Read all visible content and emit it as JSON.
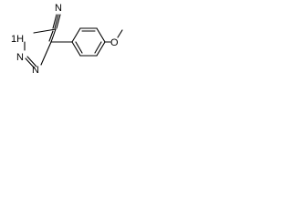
{
  "molecule": {
    "atom_labels": {
      "nitrile_n": "N",
      "nh": "1H",
      "n2": "N",
      "n3": "N",
      "ether_o": "O"
    }
  }
}
